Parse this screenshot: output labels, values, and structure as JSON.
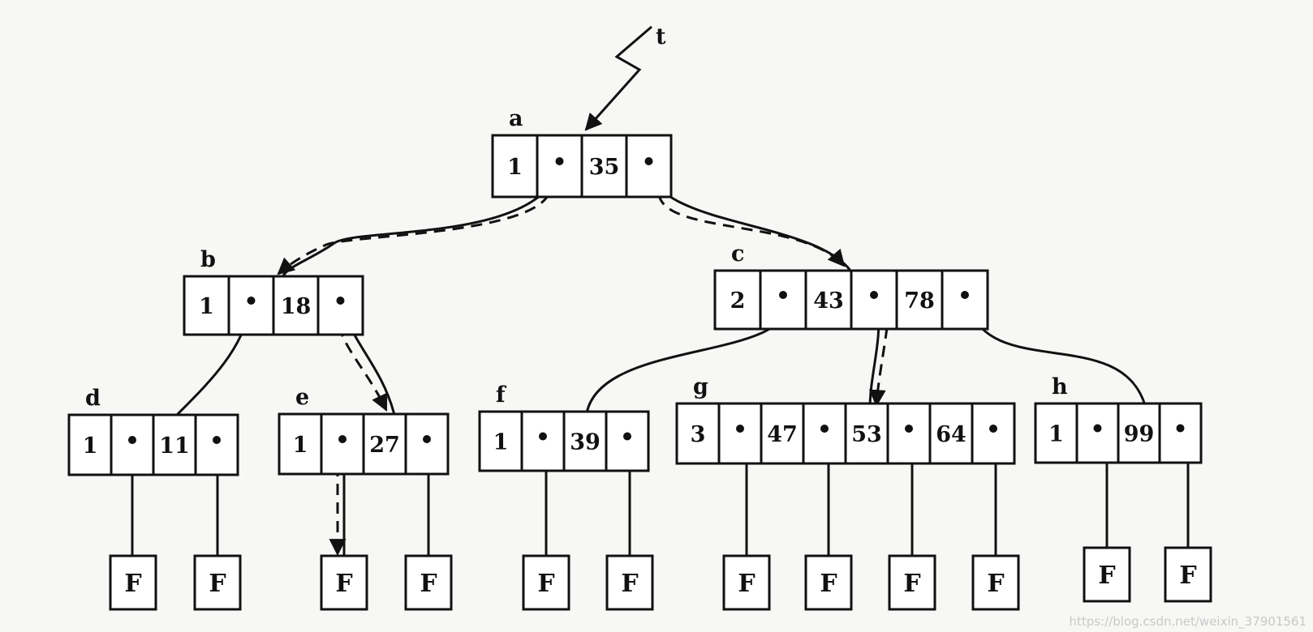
{
  "root_label": "t",
  "nodes": [
    {
      "id": "a",
      "label": "a",
      "count": "1",
      "keys": [
        "35"
      ]
    },
    {
      "id": "b",
      "label": "b",
      "count": "1",
      "keys": [
        "18"
      ]
    },
    {
      "id": "c",
      "label": "c",
      "count": "2",
      "keys": [
        "43",
        "78"
      ]
    },
    {
      "id": "d",
      "label": "d",
      "count": "1",
      "keys": [
        "11"
      ]
    },
    {
      "id": "e",
      "label": "e",
      "count": "1",
      "keys": [
        "27"
      ]
    },
    {
      "id": "f",
      "label": "f",
      "count": "1",
      "keys": [
        "39"
      ]
    },
    {
      "id": "g",
      "label": "g",
      "count": "3",
      "keys": [
        "47",
        "53",
        "64"
      ]
    },
    {
      "id": "h",
      "label": "h",
      "count": "1",
      "keys": [
        "99"
      ]
    }
  ],
  "leaf_text": "F",
  "watermark": "https://blog.csdn.net/weixin_37901561"
}
